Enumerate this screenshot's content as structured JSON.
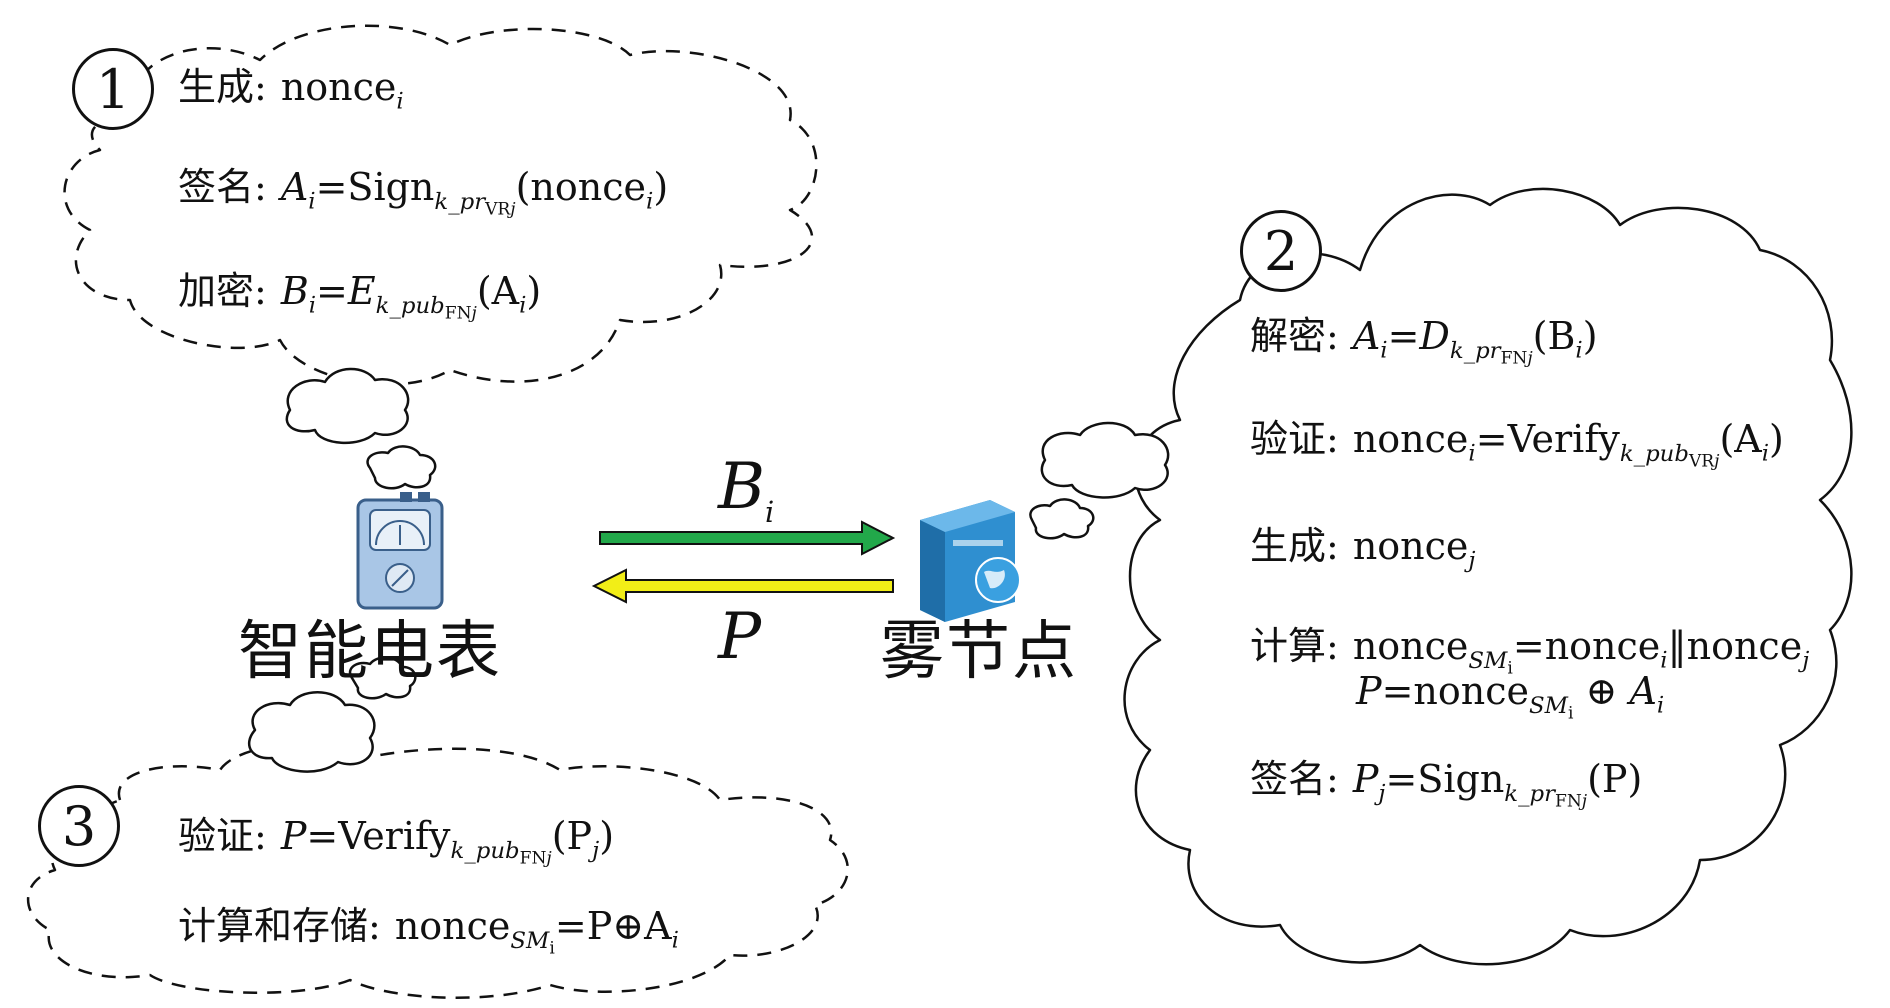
{
  "step1": {
    "number": "1",
    "lines": [
      {
        "label": "生成:",
        "content": [
          "nonce",
          "i"
        ]
      },
      {
        "label": "签名:",
        "a": "A",
        "a_sub": "i",
        "eq": "=",
        "func": "Sign",
        "key": "k_pr",
        "key_sub": "VR",
        "key_sub2": "j",
        "arg": "(nonce",
        "arg_sub": "i",
        "arg_close": ")"
      },
      {
        "label": "加密:",
        "a": "B",
        "a_sub": "i",
        "eq": "=",
        "func": "E",
        "key": "k_pub",
        "key_sub": "FN",
        "key_sub2": "j",
        "arg": "(A",
        "arg_sub": "i",
        "arg_close": ")"
      }
    ]
  },
  "step2": {
    "number": "2",
    "lines": [
      {
        "label": "解密:",
        "a": "A",
        "a_sub": "i",
        "eq": "=",
        "func": "D",
        "key": "k_pr",
        "key_sub": "FN",
        "key_sub2": "j",
        "arg": "(B",
        "arg_sub": "i",
        "arg_close": ")"
      },
      {
        "label": "验证:",
        "a": "nonce",
        "a_sub": "i",
        "eq": "=",
        "func": "Verify",
        "key": "k_pub",
        "key_sub": "VR",
        "key_sub2": "j",
        "arg": "(A",
        "arg_sub": "i",
        "arg_close": ")"
      },
      {
        "label": "生成:",
        "content": [
          "nonce",
          "j"
        ]
      },
      {
        "label": "计算:",
        "l1": "nonce",
        "l1_sub": "SM",
        "l1_sub2": "i",
        "l1_rest": "=nonce",
        "l1_s2": "i",
        "l1_bar": "‖nonce",
        "l1_s3": "j"
      },
      {
        "l2_a": "P",
        "l2_eq": "=nonce",
        "l2_sub": "SM",
        "l2_sub2": "i",
        "l2_op": " ⊕ ",
        "l2_b": "A",
        "l2_bsub": "i"
      },
      {
        "label": "签名:",
        "a": "P",
        "a_sub": "j",
        "eq": "=",
        "func": "Sign",
        "key": "k_pr",
        "key_sub": "FN",
        "key_sub2": "j",
        "arg": "(P",
        "arg_close": ")"
      }
    ]
  },
  "step3": {
    "number": "3",
    "lines": [
      {
        "label": "验证:",
        "a": "P",
        "eq": "=",
        "func": "Verify",
        "key": "k_pub",
        "key_sub": "FN",
        "key_sub2": "j",
        "arg": "(P",
        "arg_sub": "j",
        "arg_close": ")"
      },
      {
        "label": "计算和存储:",
        "a": "nonce",
        "a_sub": "SM",
        "a_sub2": "i",
        "eq": "=P⊕A",
        "tail_sub": "i"
      }
    ]
  },
  "nodes": {
    "meter": "智能电表",
    "fog": "雾节点"
  },
  "messages": {
    "forward": {
      "text": "B",
      "sub": "i",
      "color": "#22a84a"
    },
    "backward": {
      "text": "P",
      "color": "#f2ee17"
    }
  },
  "icons": [
    "meter-icon",
    "server-icon"
  ]
}
